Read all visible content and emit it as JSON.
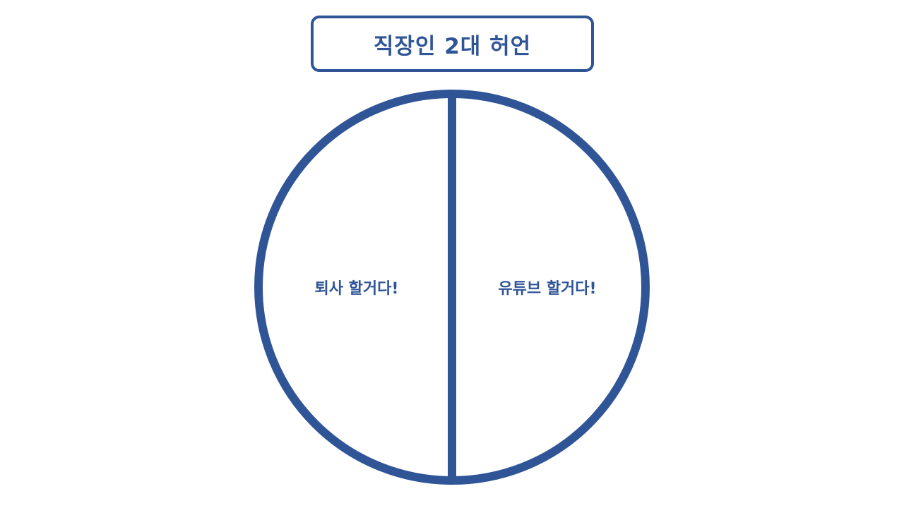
{
  "title": "직장인 2대 허언",
  "diagram": {
    "left_label": "퇴사 할거다!",
    "right_label": "유튜브 할거다!"
  },
  "colors": {
    "accent": "#2f5597",
    "background": "#ffffff"
  }
}
